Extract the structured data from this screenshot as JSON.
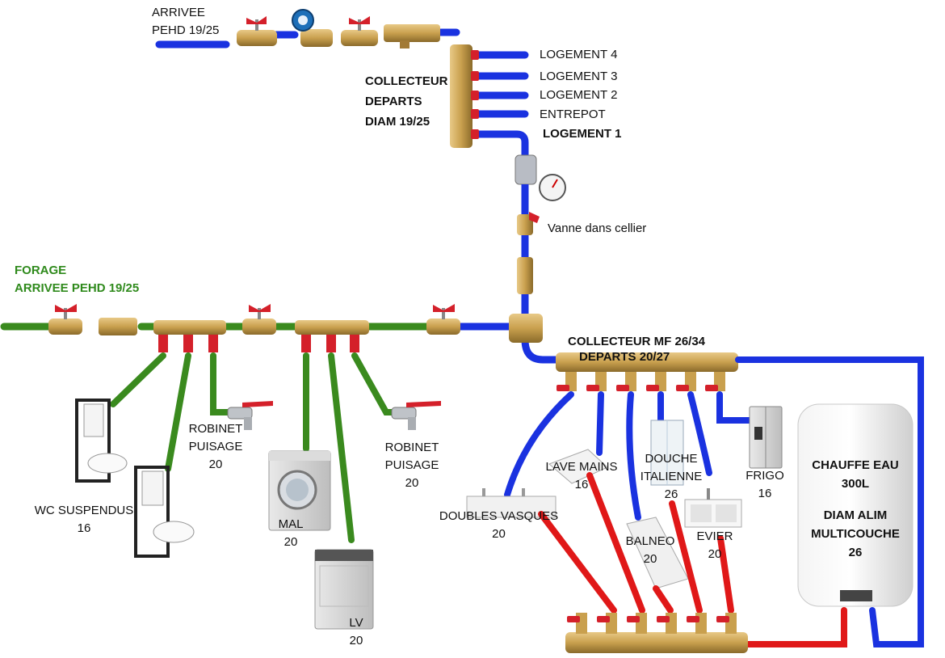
{
  "labels": {
    "arrivee": [
      "ARRIVEE",
      "PEHD 19/25"
    ],
    "collecteur_departs": [
      "COLLECTEUR",
      "DEPARTS",
      "DIAM 19/25"
    ],
    "logement_4": "LOGEMENT 4",
    "logement_3": "LOGEMENT 3",
    "logement_2": "LOGEMENT 2",
    "entrepot": "ENTREPOT",
    "logement_1": "LOGEMENT 1",
    "vanne_cellier": "Vanne dans cellier",
    "forage": [
      "FORAGE",
      "ARRIVEE PEHD 19/25"
    ],
    "collecteur_mf": [
      "COLLECTEUR  MF 26/34",
      "DEPARTS 20/27"
    ],
    "robinet_puisage_1": [
      "ROBINET",
      "PUISAGE",
      "20"
    ],
    "robinet_puisage_2": [
      "ROBINET",
      "PUISAGE",
      "20"
    ],
    "wc_suspendus": [
      "WC SUSPENDUS",
      "16"
    ],
    "mal": [
      "MAL",
      "20"
    ],
    "lv": [
      "LV",
      "20"
    ],
    "doubles_vasques": [
      "DOUBLES VASQUES",
      "20"
    ],
    "lave_mains": [
      "LAVE MAINS",
      "16"
    ],
    "douche_italienne": [
      "DOUCHE",
      "ITALIENNE",
      "26"
    ],
    "frigo": [
      "FRIGO",
      "16"
    ],
    "balneo": [
      "BALNEO",
      "20"
    ],
    "evier": [
      "EVIER",
      "20"
    ],
    "chauffe_eau": [
      "CHAUFFE EAU",
      "300L",
      "",
      "DIAM ALIM",
      "MULTICOUCHE",
      "26"
    ]
  },
  "colors": {
    "cold_pipe": "#1a32e0",
    "hot_pipe": "#e01818",
    "well_pipe": "#3a8a1e",
    "brass": "#c9a04e",
    "valve_handle": "#d4202a"
  }
}
